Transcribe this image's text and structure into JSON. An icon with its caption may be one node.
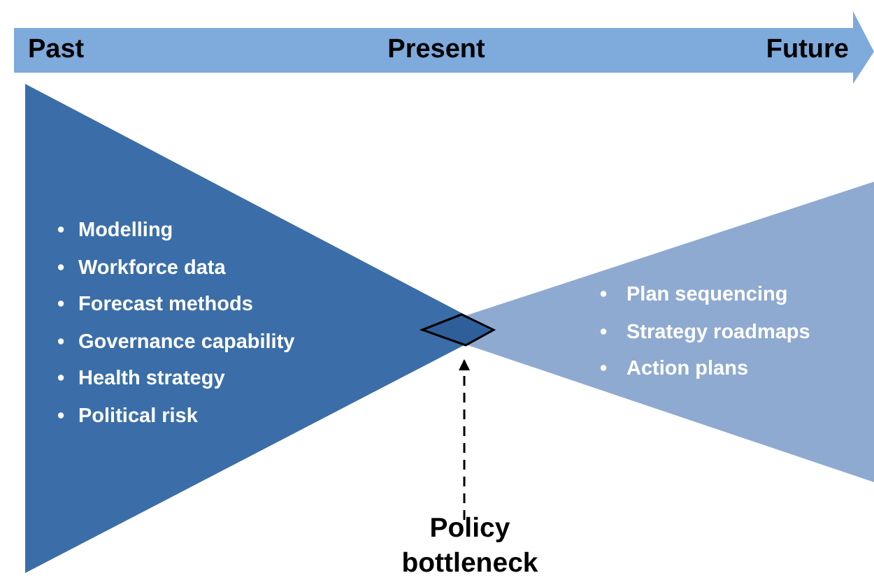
{
  "diagram": {
    "nodes": [
      {
        "text": [
          "Past",
          "Present",
          "Future"
        ]
      },
      {
        "text": [
          "Modelling",
          "Workforce data",
          "Forecast methods",
          "Governance capability",
          "Health strategy",
          "Political risk"
        ]
      },
      {
        "text": [
          "Plan sequencing",
          "Strategy roadmaps",
          "Action plans"
        ]
      },
      {
        "text": [],
        "shape": "diamond"
      },
      {
        "text": [
          "Policy bottleneck"
        ]
      }
    ],
    "labels": [
      "•",
      "•",
      "•",
      "•",
      "•",
      "•",
      "•",
      "•",
      "•"
    ],
    "edges": [
      {
        "from": 4,
        "to": 3,
        "arrow": "to",
        "style": "dashed"
      }
    ]
  }
}
